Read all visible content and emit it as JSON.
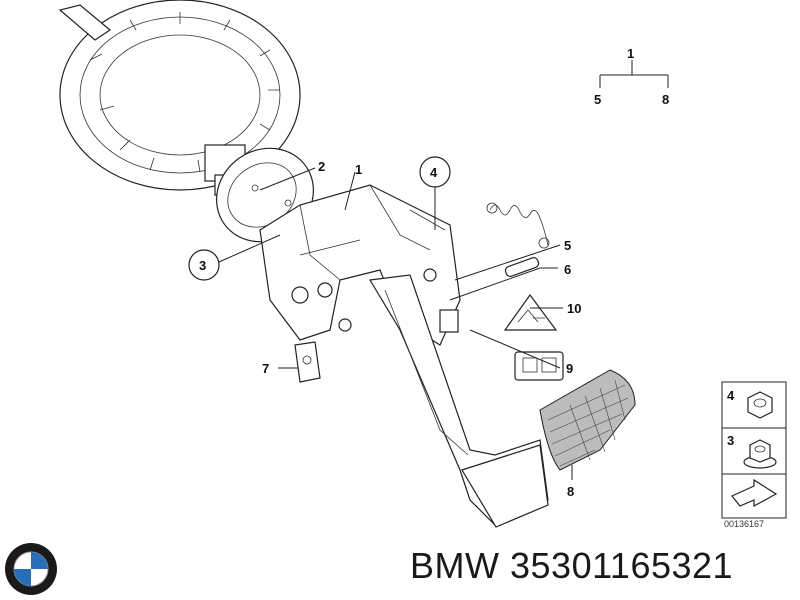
{
  "diagram": {
    "callouts": {
      "c1_top": "1",
      "c5_top": "5",
      "c8_top": "8",
      "c2": "2",
      "c1": "1",
      "c4": "4",
      "c3": "3",
      "c5": "5",
      "c6": "6",
      "c10": "10",
      "c7": "7",
      "c9": "9",
      "c8": "8"
    },
    "legend": {
      "item_a": "4",
      "item_b": "3"
    },
    "diagram_code": "00136167",
    "brand": "BMW",
    "part_number": "35301165321",
    "colors": {
      "line": "#222222",
      "shade": "#bcbcbc",
      "text": "#1a1a1a"
    },
    "icons": [
      "bmw-logo-icon",
      "hex-nut-icon",
      "flange-nut-icon",
      "arrow-icon"
    ]
  }
}
